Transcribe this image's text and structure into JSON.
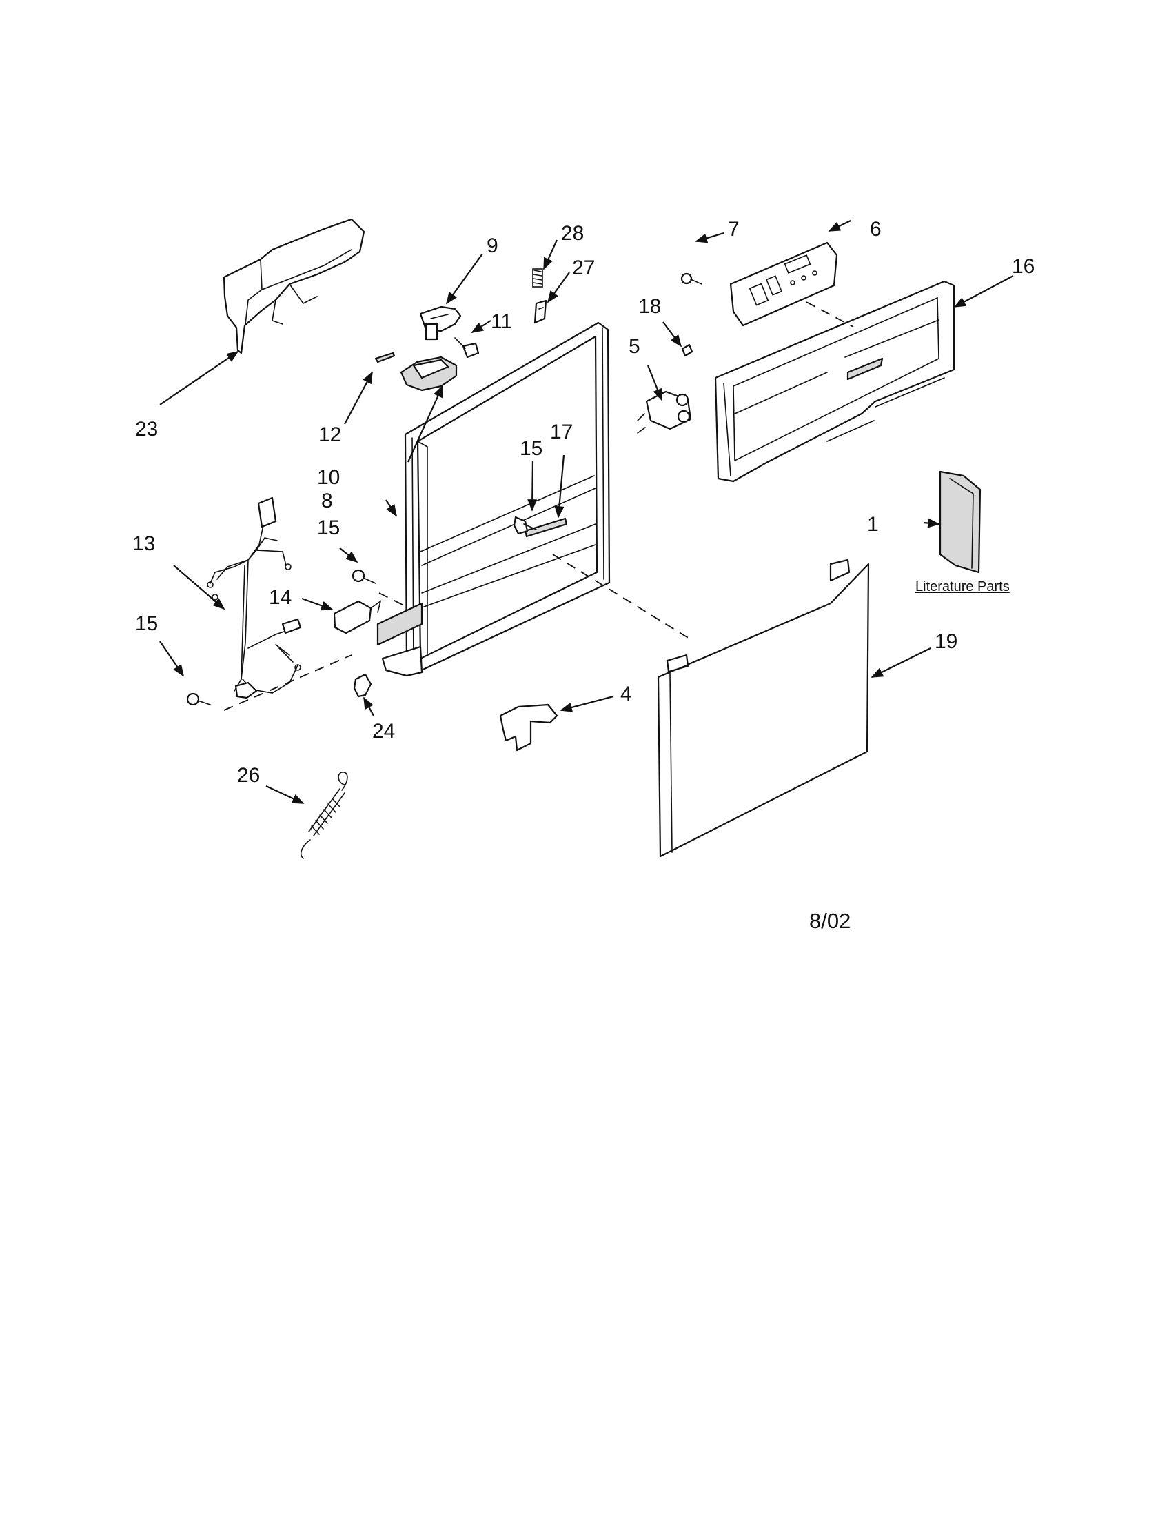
{
  "callouts": {
    "c1": "1",
    "c4": "4",
    "c5": "5",
    "c6": "6",
    "c7": "7",
    "c8": "8",
    "c9": "9",
    "c10": "10",
    "c11": "11",
    "c12": "12",
    "c13": "13",
    "c14": "14",
    "c15a": "15",
    "c15b": "15",
    "c15c": "15",
    "c16": "16",
    "c17": "17",
    "c18": "18",
    "c19": "19",
    "c23": "23",
    "c24": "24",
    "c26": "26",
    "c27": "27",
    "c28": "28"
  },
  "literature_label": "Literature Parts",
  "revision_date": "8/02"
}
